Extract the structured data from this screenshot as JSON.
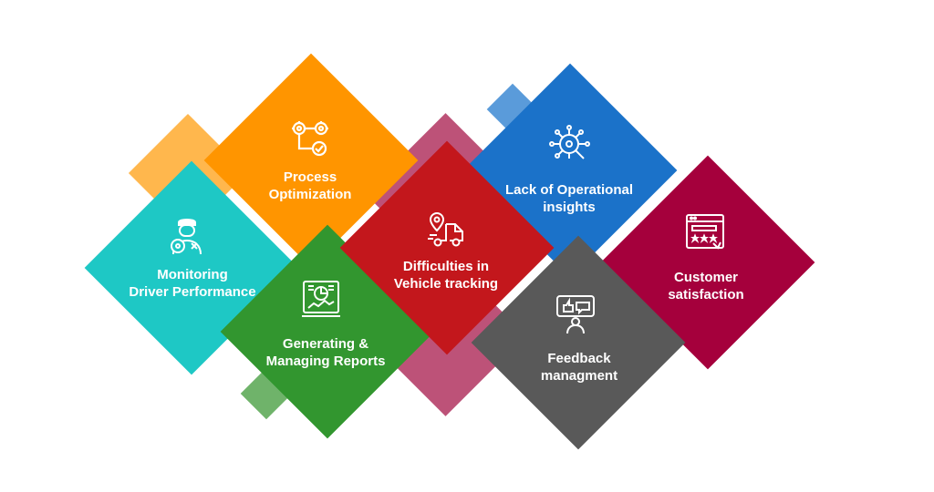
{
  "colors": {
    "process": "#FF9500",
    "process_back": "#FFB74D",
    "monitoring": "#1EC8C5",
    "generating": "#32962F",
    "generating_back": "#6FB36A",
    "vehicle": "#C3171C",
    "vehicle_back": "#BD5278",
    "lack": "#1B72C9",
    "lack_back": "#5A9BDA",
    "feedback": "#595959",
    "customer": "#A5003C"
  },
  "items": {
    "process": {
      "line1": "Process",
      "line2": "Optimization",
      "icon": "gears-icon"
    },
    "monitoring": {
      "line1": "Monitoring",
      "line2": "Driver Performance",
      "icon": "driver-icon"
    },
    "generating": {
      "line1": "Generating &",
      "line2": "Managing Reports",
      "icon": "report-icon"
    },
    "vehicle": {
      "line1": "Difficulties in",
      "line2": "Vehicle tracking",
      "icon": "truck-location-icon"
    },
    "lack": {
      "line1": "Lack of Operational",
      "line2": "insights",
      "icon": "insight-search-icon"
    },
    "feedback": {
      "line1": "Feedback",
      "line2": "managment",
      "icon": "feedback-icon"
    },
    "customer": {
      "line1": "Customer",
      "line2": "satisfaction",
      "icon": "rating-card-icon"
    }
  }
}
